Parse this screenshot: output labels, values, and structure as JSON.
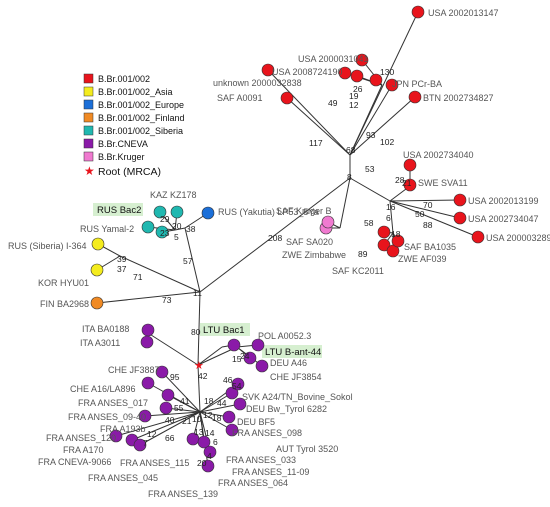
{
  "legend": {
    "items": [
      {
        "label": "B.Br.001/002",
        "color": "#e8141c"
      },
      {
        "label": "B.Br.001/002_Asia",
        "color": "#f4ec1e"
      },
      {
        "label": "B.Br.001/002_Europe",
        "color": "#1b6fd8"
      },
      {
        "label": "B.Br.001/002_Finland",
        "color": "#f08a24"
      },
      {
        "label": "B.Br.001/002_Siberia",
        "color": "#20b8b0"
      },
      {
        "label": "B.Br.CNEVA",
        "color": "#8a1aa8"
      },
      {
        "label": "B.Br.Kruger",
        "color": "#f07ad0"
      }
    ],
    "root_label": "Root (MRCA)",
    "root_color": "#e8141c"
  },
  "colors": {
    "branch": "#333333",
    "highlight_fill": "#d6efd0",
    "label": "#555555"
  },
  "branch_numbers": [
    "130",
    "49",
    "26",
    "19",
    "12",
    "93",
    "102",
    "68",
    "117",
    "8",
    "53",
    "28",
    "21",
    "70",
    "50",
    "88",
    "16",
    "6",
    "18",
    "58",
    "89",
    "208",
    "57",
    "71",
    "38",
    "29",
    "23",
    "20",
    "5",
    "39",
    "37",
    "73",
    "11",
    "80",
    "42",
    "24",
    "15",
    "46",
    "54",
    "18",
    "95",
    "41",
    "55",
    "44",
    "12",
    "10",
    "18",
    "21",
    "40",
    "66",
    "12",
    "7",
    "13",
    "14",
    "6",
    "4",
    "20"
  ],
  "node_labels": {
    "usa_2002013147": "USA 2002013147",
    "usa_2000031041": "USA 2000031041",
    "usa_2008724190": "USA 2008724190",
    "unknown_2000032838": "unknown  2000032838",
    "jpn_pcr_ba": "JPN PCr-BA",
    "btn_2002734827": "BTN  2002734827",
    "saf_a0091": "SAF A0091",
    "usa_2002734040": "USA 2002734040",
    "swe_sva11": "SWE SVA11",
    "usa_2002013199": "USA 2002013199",
    "usa_2002734047": "USA 2002734047",
    "usa_2000032899": "USA 2000032899",
    "saf_ba1035": "SAF BA1035",
    "zwe_af039": "ZWE AF039",
    "saf_kc2011": "SAF KC2011",
    "zwe_zimbabwe": "ZWE Zimbabwe",
    "saf_sa020": "SAF SA020",
    "saf_kruger_b": "SAF Kruger  B",
    "kaz_kz178": "KAZ KZ178",
    "rus_yakutia": "RUS  (Yakutia) LP53_5Ya",
    "rus_bac2": "RUS  Bac2",
    "rus_yamal2": "RUS  Yamal-2",
    "rus_siberia": "RUS  (Siberia)  I-364",
    "kor_hyu01": "KOR HYU01",
    "fin_ba2968": "FIN BA2968",
    "ita_ba0188": "ITA BA0188",
    "ita_a3011": "ITA  A3011",
    "ltu_bac1": "LTU  Bac1",
    "pol_a0052": "POL A0052.3",
    "ltu_bant44": "LTU  B-ant-44",
    "deu_a46": "DEU A46",
    "che_jf3854": "CHE JF3854",
    "che_jf3887": "CHE JF3887",
    "che_a16": "CHE A16/LA896",
    "fra_anses_017": "FRA ANSES_017",
    "fra_anses_0940": "FRA  ANSES_09-40",
    "fra_a193b": "FRA  A193b",
    "fra_anses_120": "FRA ANSES_120",
    "fra_a170": "FRA A170",
    "fra_cneva_9066": "FRA CNEVA-9066",
    "svk_a24": "SVK A24/TN_Bovine_Sokol",
    "deu_bw_tyrol": "DEU Bw_Tyrol  6282",
    "deu_bf5": "DEU BF5",
    "fra_anses_098": "FRA ANSES_098",
    "aut_tyrol": "AUT Tyrol  3520",
    "fra_anses_115": "FRA ANSES_115",
    "fra_anses_033": "FRA ANSES_033",
    "fra_anses_1109": "FRA ANSES_11-09",
    "fra_anses_045": "FRA ANSES_045",
    "fra_anses_064": "FRA  ANSES_064",
    "fra_anses_139": "FRA ANSES_139"
  }
}
